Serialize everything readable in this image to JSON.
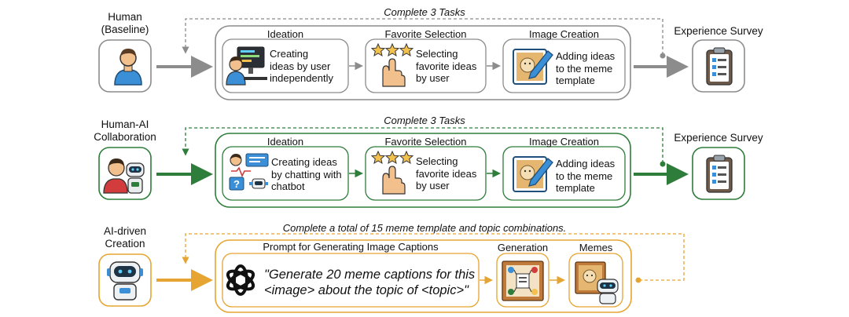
{
  "colors": {
    "gray": "#8c8c8c",
    "green": "#2e7d3a",
    "orange": "#e6a532",
    "blue": "#3a8fd6",
    "skin": "#f1c08c"
  },
  "rows": [
    {
      "actor_line1": "Human",
      "actor_line2": "(Baseline)",
      "actor_icon": "person-icon",
      "loop_label": "Complete 3 Tasks",
      "stages": [
        {
          "title": "Ideation",
          "desc": [
            "Creating",
            "ideas by user",
            "independently"
          ],
          "icon": "person-at-computer-icon"
        },
        {
          "title": "Favorite Selection",
          "desc": [
            "Selecting",
            "favorite ideas",
            "by user"
          ],
          "icon": "star-select-icon"
        },
        {
          "title": "Image Creation",
          "desc": [
            "Adding ideas",
            "to the meme",
            "template"
          ],
          "icon": "meme-edit-icon"
        }
      ],
      "end": "Experience Survey",
      "end_icon": "clipboard-icon"
    },
    {
      "actor_line1": "Human-AI",
      "actor_line2": "Collaboration",
      "actor_icon": "human-robot-icon",
      "loop_label": "Complete 3 Tasks",
      "stages": [
        {
          "title": "Ideation",
          "desc": [
            "Creating ideas",
            "by chatting with",
            "chatbot"
          ],
          "icon": "chat-with-bot-icon"
        },
        {
          "title": "Favorite Selection",
          "desc": [
            "Selecting",
            "favorite ideas",
            "by user"
          ],
          "icon": "star-select-icon"
        },
        {
          "title": "Image Creation",
          "desc": [
            "Adding ideas",
            "to the meme",
            "template"
          ],
          "icon": "meme-edit-icon"
        }
      ],
      "end": "Experience Survey",
      "end_icon": "clipboard-icon"
    },
    {
      "actor_line1": "AI-driven",
      "actor_line2": "Creation",
      "actor_icon": "robot-icon",
      "loop_label": "Complete a total of 15 meme template and topic combinations.",
      "prompt_title": "Prompt for Generating Image Captions",
      "prompt_line1": "\"Generate 20 meme captions for this",
      "prompt_line2": "<image> about the topic of <topic>\"",
      "prompt_icon": "openai-logo-icon",
      "generation": "Generation",
      "generation_icon": "process-icon",
      "memes": "Memes",
      "memes_icon": "meme-robot-icon"
    }
  ]
}
